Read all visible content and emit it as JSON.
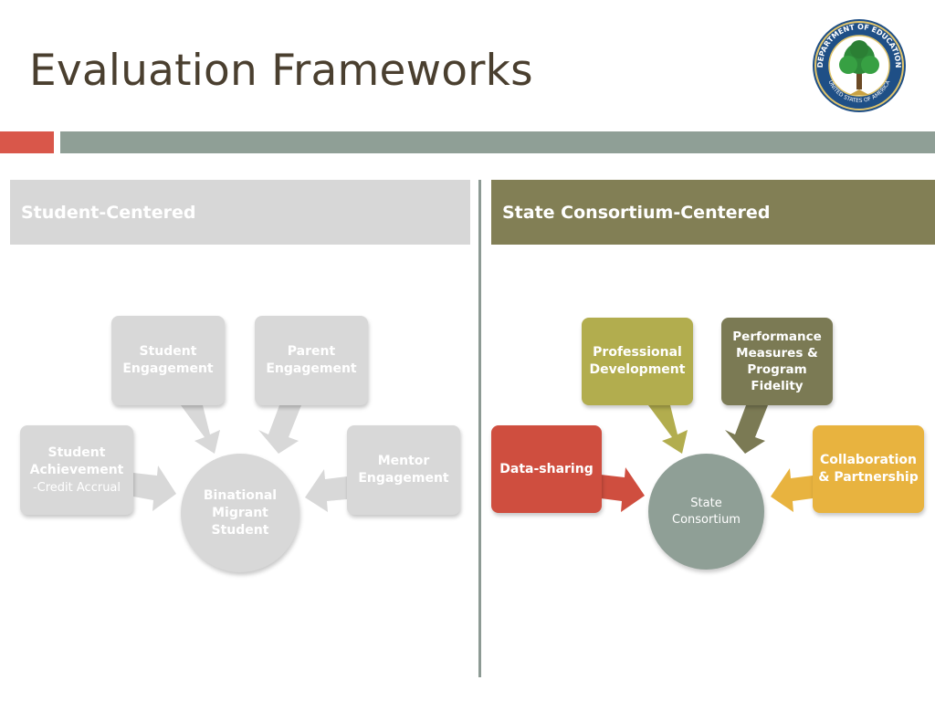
{
  "slide": {
    "title": "Evaluation Frameworks",
    "seal_text_top": "DEPARTMENT OF EDUCATION",
    "seal_text_bottom": "UNITED STATES OF AMERICA"
  },
  "left_panel": {
    "header": "Student-Centered",
    "center": "Binational Migrant Student",
    "nodes": {
      "student_engagement": "Student Engagement",
      "parent_engagement": "Parent Engagement",
      "student_achievement": "Student Achievement",
      "student_achievement_sub": "-Credit Accrual",
      "mentor_engagement": "Mentor Engagement"
    }
  },
  "right_panel": {
    "header": "State Consortium-Centered",
    "center": "State Consortium",
    "nodes": {
      "professional_development": "Professional Development",
      "performance_measures": "Performance Measures & Program Fidelity",
      "data_sharing": "Data-sharing",
      "collaboration": "Collaboration & Partnership"
    }
  },
  "colors": {
    "title": "#4a3f2f",
    "accent_red": "#d9574a",
    "accent_grey": "#8f9f96",
    "olive_header": "#827f55",
    "light_grey": "#d8d8d8",
    "prof_dev": "#b2ad4e",
    "performance": "#7b7a54",
    "data_sharing": "#cf4e3f",
    "collaboration": "#e8b33f",
    "consortium": "#8f9f96"
  }
}
